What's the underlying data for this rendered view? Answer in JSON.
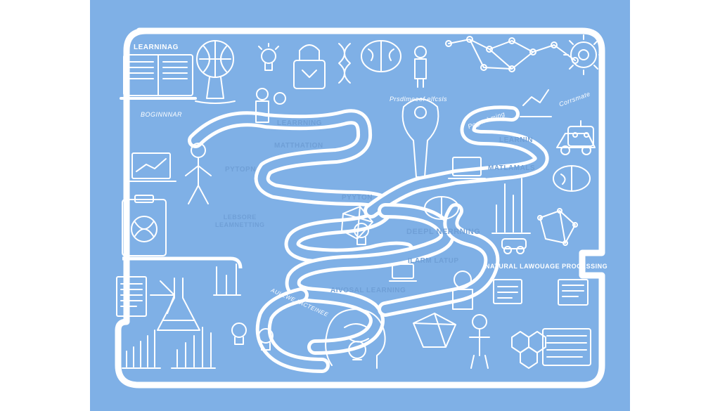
{
  "colors": {
    "background": "#7fb0e6",
    "line": "#ffffff",
    "road_text": "#6f9fd6",
    "margin": "#ffffff"
  },
  "labels": {
    "learning_top_left": "LEARNINAG",
    "beginner": "BOGINNNAR",
    "learning_road": "LEARRNING",
    "mathematics_road": "MATTHATION",
    "pyton_left": "PYTOPN",
    "pyton_center": "PYYTON",
    "lebsore_learning": "LEBSORE\nLEAMNETTING",
    "deep_learning": "DEEPL NERRNING",
    "learn_latup": "ILARM LATUP",
    "natural_language": "NATURAL LAWOUAGE PROCESSING",
    "aivosal_learning": "AIVOSAL LEARNING",
    "learnin_right": "LEARNIN",
    "matlamals": "MATLAMALS",
    "predictive_models": "Prsdlmeeof elfcsls",
    "progm_learning": "Pogm bming",
    "coramate": "Corrsmate",
    "aulewe_facteined": "AULEWE FACTEINEE"
  },
  "icon_names": [
    "open-book-icon",
    "brain-globe-icon",
    "lightbulb-icon",
    "padlock-icon",
    "dna-icon",
    "brain-icon",
    "person-icon",
    "network-icon",
    "gear-icon",
    "laptop-icon",
    "clipboard-icon",
    "flask-icon",
    "bar-chart-icon",
    "head-icon",
    "robot-icon",
    "hexagon-icon",
    "car-icon"
  ]
}
